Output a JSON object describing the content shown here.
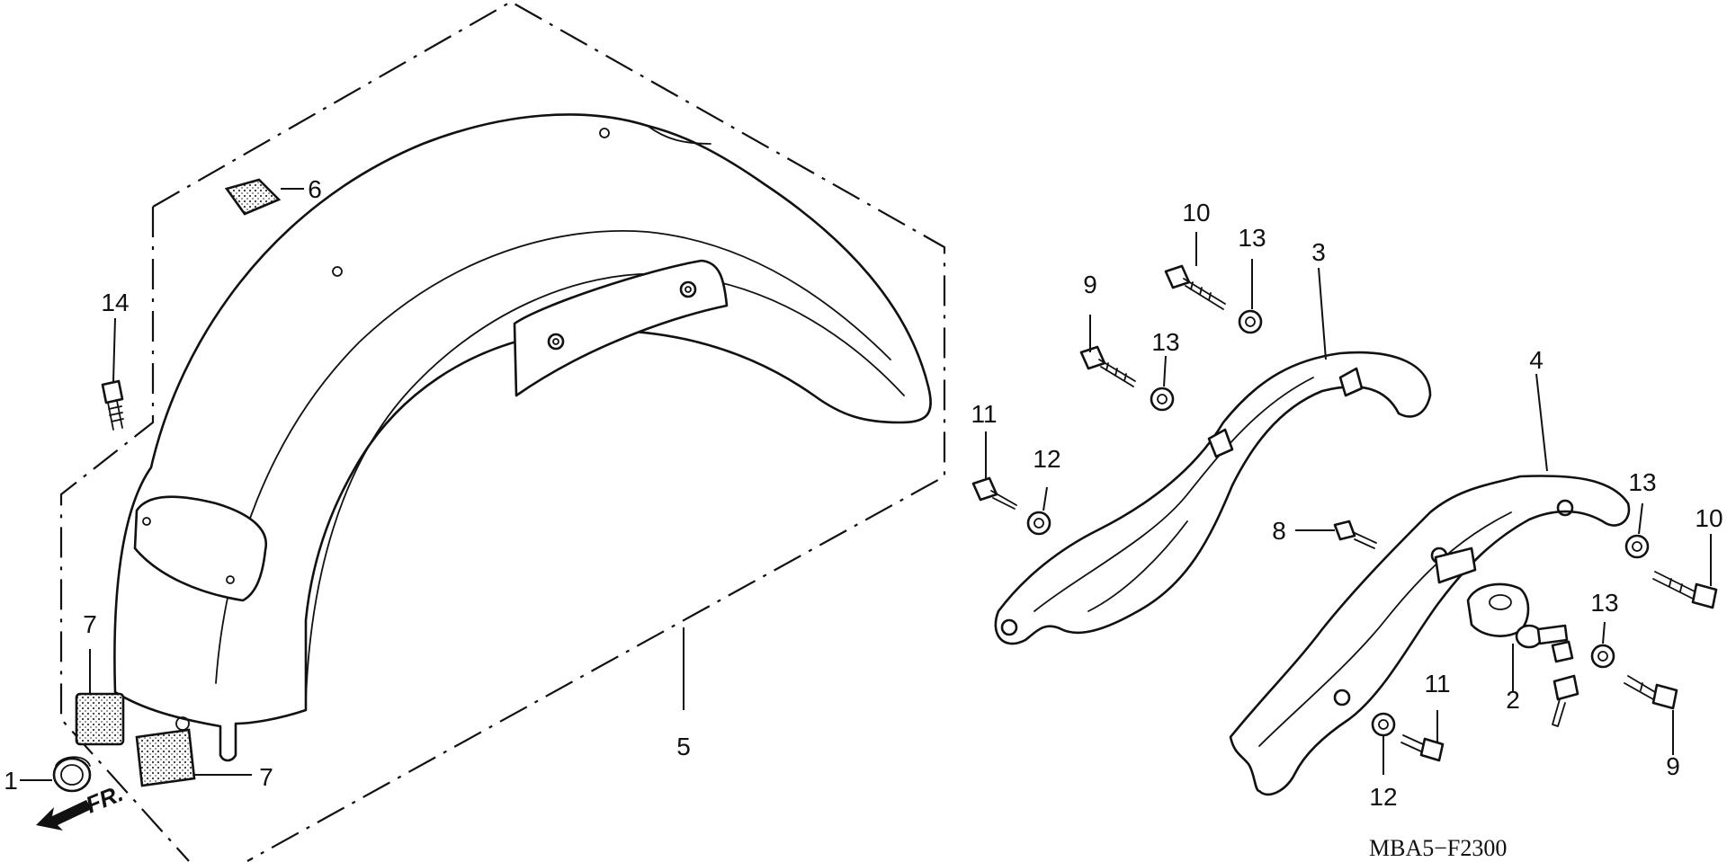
{
  "diagram_code": "MBA5−F2300",
  "front_marker": "FR.",
  "callouts": {
    "p1": "1",
    "p2": "2",
    "p3": "3",
    "p4": "4",
    "p5": "5",
    "p6": "6",
    "p7a": "7",
    "p7b": "7",
    "p8": "8",
    "p9a": "9",
    "p9b": "9",
    "p10a": "10",
    "p10b": "10",
    "p11a": "11",
    "p11b": "11",
    "p12a": "12",
    "p12b": "12",
    "p13a": "13",
    "p13b": "13",
    "p13c": "13",
    "p13d": "13",
    "p14": "14"
  },
  "colors": {
    "ink": "#111111",
    "background": "#ffffff"
  }
}
